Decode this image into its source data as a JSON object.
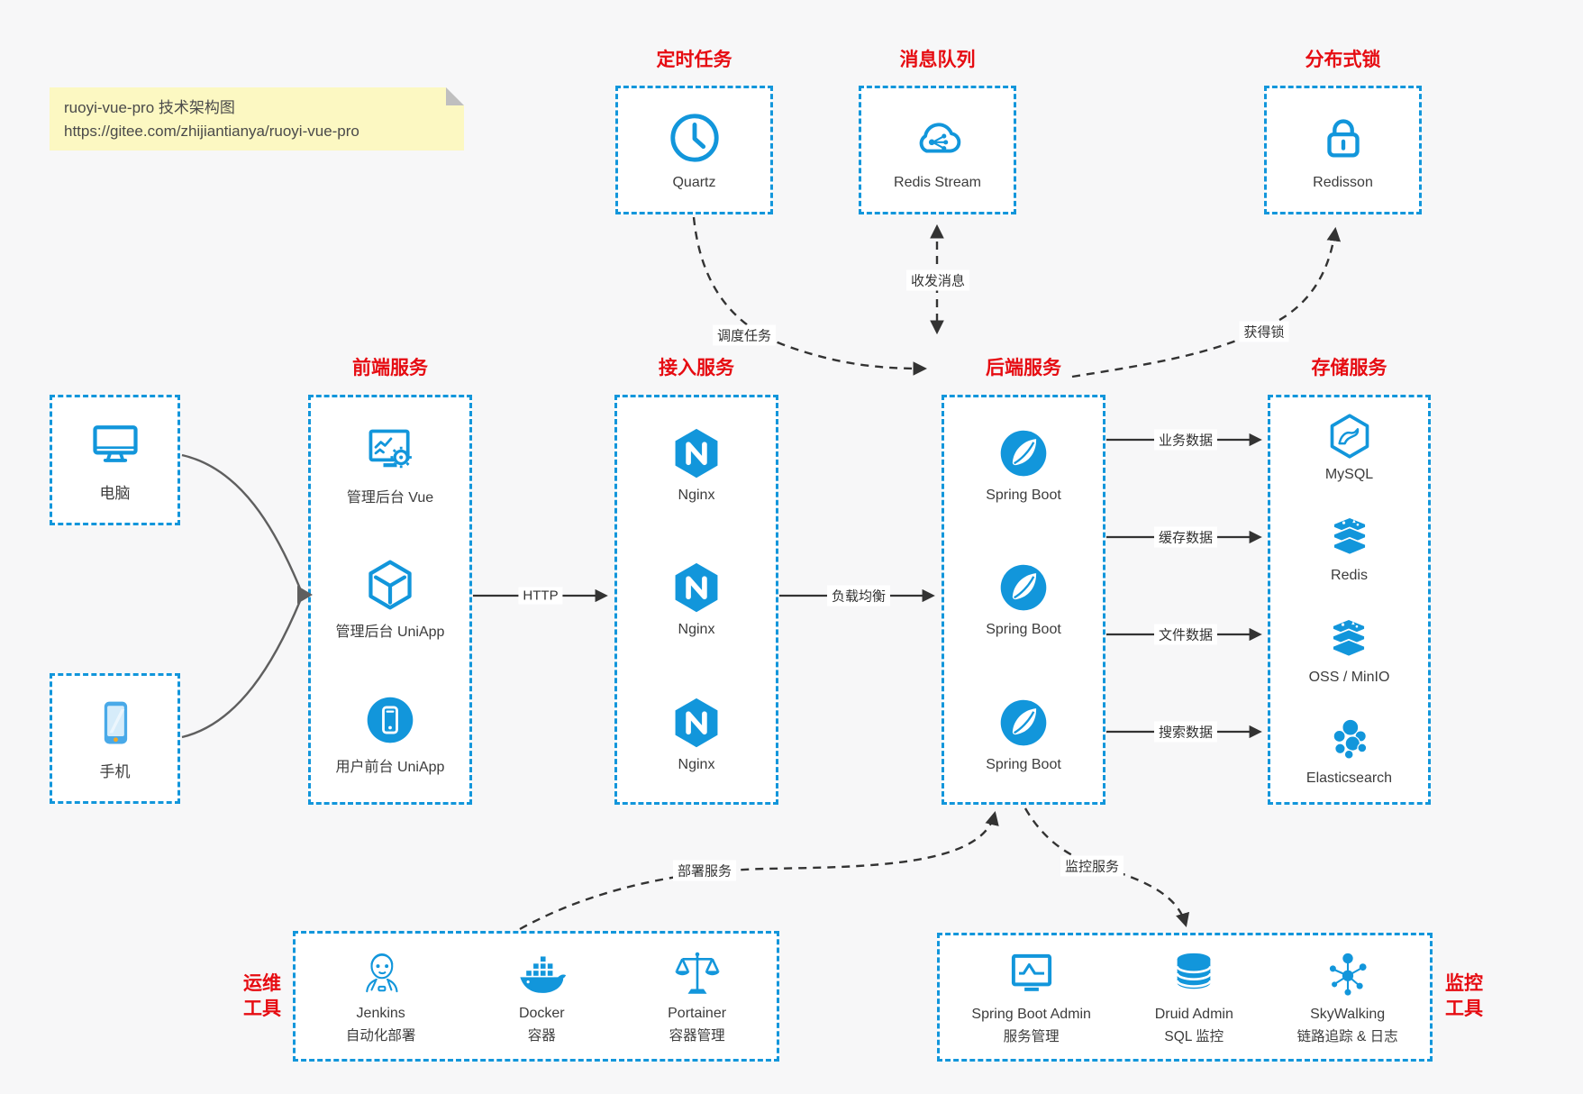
{
  "note": {
    "line1": "ruoyi-vue-pro 技术架构图",
    "line2": "https://gitee.com/zhijiantianya/ruoyi-vue-pro"
  },
  "colors": {
    "accent_blue": "#1296db",
    "title_red": "#e60c12",
    "arrow_dark": "#333333",
    "client_arrow_gray": "#5f5f5f",
    "note_bg": "#fcf8c2"
  },
  "top_groups": [
    {
      "title": "定时任务",
      "item": {
        "label": "Quartz",
        "icon": "clock-icon"
      }
    },
    {
      "title": "消息队列",
      "item": {
        "label": "Redis Stream",
        "icon": "cloud-share-icon"
      }
    },
    {
      "title": "分布式锁",
      "item": {
        "label": "Redisson",
        "icon": "lock-icon"
      }
    }
  ],
  "clients": [
    {
      "label": "电脑",
      "icon": "desktop-icon"
    },
    {
      "label": "手机",
      "icon": "phone-icon"
    }
  ],
  "columns": [
    {
      "title": "前端服务",
      "items": [
        {
          "label": "管理后台 Vue",
          "icon": "admin-vue-icon"
        },
        {
          "label": "管理后台 UniApp",
          "icon": "uniapp-cube-icon"
        },
        {
          "label": "用户前台 UniApp",
          "icon": "user-uniapp-icon"
        }
      ]
    },
    {
      "title": "接入服务",
      "items": [
        {
          "label": "Nginx",
          "icon": "nginx-icon"
        },
        {
          "label": "Nginx",
          "icon": "nginx-icon"
        },
        {
          "label": "Nginx",
          "icon": "nginx-icon"
        }
      ]
    },
    {
      "title": "后端服务",
      "items": [
        {
          "label": "Spring Boot",
          "icon": "springboot-icon"
        },
        {
          "label": "Spring Boot",
          "icon": "springboot-icon"
        },
        {
          "label": "Spring Boot",
          "icon": "springboot-icon"
        }
      ]
    },
    {
      "title": "存储服务",
      "items": [
        {
          "label": "MySQL",
          "icon": "mysql-icon"
        },
        {
          "label": "Redis",
          "icon": "redis-stack-icon"
        },
        {
          "label": "OSS / MinIO",
          "icon": "oss-stack-icon"
        },
        {
          "label": "Elasticsearch",
          "icon": "elasticsearch-icon"
        }
      ]
    }
  ],
  "bottom_groups": [
    {
      "title_line1": "运维",
      "title_line2": "工具",
      "items": [
        {
          "name": "Jenkins",
          "desc": "自动化部署",
          "icon": "jenkins-icon"
        },
        {
          "name": "Docker",
          "desc": "容器",
          "icon": "docker-icon"
        },
        {
          "name": "Portainer",
          "desc": "容器管理",
          "icon": "portainer-icon"
        }
      ]
    },
    {
      "title_line1": "监控",
      "title_line2": "工具",
      "items": [
        {
          "name": "Spring Boot Admin",
          "desc": "服务管理",
          "icon": "springboot-admin-icon"
        },
        {
          "name": "Druid Admin",
          "desc": "SQL 监控",
          "icon": "druid-icon"
        },
        {
          "name": "SkyWalking",
          "desc": "链路追踪 & 日志",
          "icon": "skywalking-icon"
        }
      ]
    }
  ],
  "edges": {
    "http": "HTTP",
    "load_balance": "负载均衡",
    "schedule": "调度任务",
    "message": "收发消息",
    "lock": "获得锁",
    "business": "业务数据",
    "cache": "缓存数据",
    "file": "文件数据",
    "search": "搜索数据",
    "deploy": "部署服务",
    "monitor": "监控服务"
  }
}
